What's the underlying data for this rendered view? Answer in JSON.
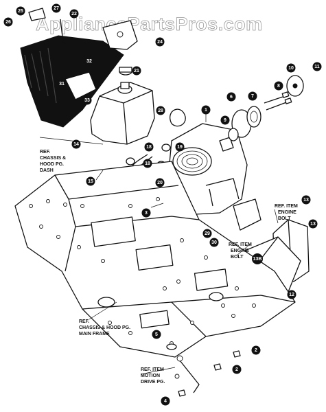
{
  "watermark": "AppliancePartsPros.com",
  "callouts": [
    {
      "label": "25"
    },
    {
      "label": "26"
    },
    {
      "label": "27"
    },
    {
      "label": "22"
    },
    {
      "label": "24"
    },
    {
      "label": "32"
    },
    {
      "label": "21"
    },
    {
      "label": "31"
    },
    {
      "label": "33"
    },
    {
      "label": "14"
    },
    {
      "label": "28"
    },
    {
      "label": "1"
    },
    {
      "label": "6"
    },
    {
      "label": "7"
    },
    {
      "label": "8"
    },
    {
      "label": "9"
    },
    {
      "label": "10"
    },
    {
      "label": "11"
    },
    {
      "label": "19"
    },
    {
      "label": "18"
    },
    {
      "label": "18"
    },
    {
      "label": "20"
    },
    {
      "label": "15"
    },
    {
      "label": "3"
    },
    {
      "label": "29"
    },
    {
      "label": "30"
    },
    {
      "label": "13"
    },
    {
      "label": "13"
    },
    {
      "label": "13B"
    },
    {
      "label": "12"
    },
    {
      "label": "5"
    },
    {
      "label": "2"
    },
    {
      "label": "2"
    },
    {
      "label": "4"
    }
  ],
  "refs": {
    "dash": [
      "REF.",
      "CHASSIS &",
      "HOOD PG.",
      "DASH"
    ],
    "engine_bolt_top": [
      "REF. ITEM",
      "ENGINE",
      "BOLT"
    ],
    "engine_bolt_mid": [
      "REF. ITEM",
      "ENGINE",
      "BOLT"
    ],
    "main_frame": [
      "REF.",
      "CHASSIS & HOOD PG.",
      "MAIN FRAME"
    ],
    "motion_drive": [
      "REF. ITEM",
      "MOTION",
      "DRIVE PG."
    ]
  }
}
